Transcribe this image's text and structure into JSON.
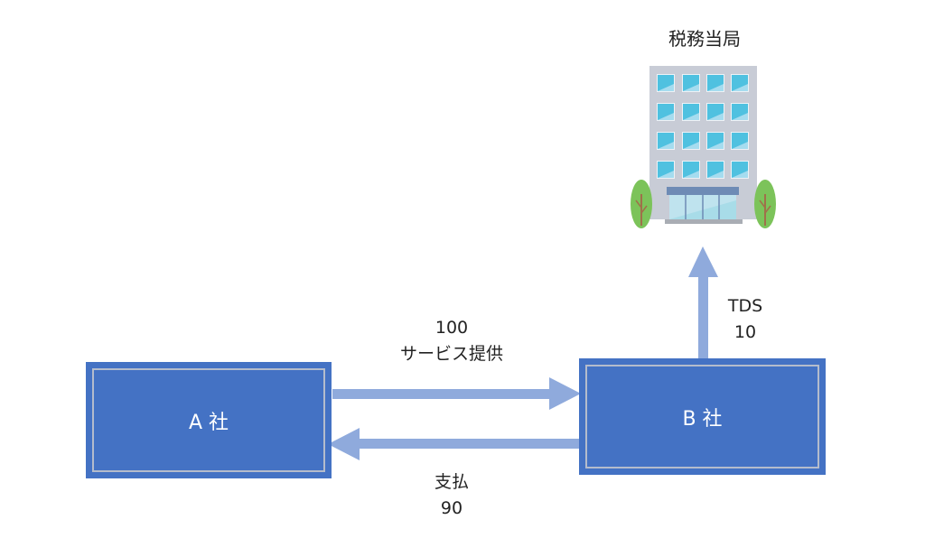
{
  "diagram": {
    "tax_authority": {
      "label": "税務当局",
      "icon": "office-building-icon"
    },
    "company_a": {
      "label": "A 社"
    },
    "company_b": {
      "label": "B 社"
    },
    "flows": {
      "service": {
        "amount": "100",
        "description": "サービス提供",
        "from": "A 社",
        "to": "B 社"
      },
      "payment": {
        "description": "支払",
        "amount": "90",
        "from": "B 社",
        "to": "A 社"
      },
      "tds": {
        "description": "TDS",
        "amount": "10",
        "from": "B 社",
        "to": "税務当局"
      }
    },
    "colors": {
      "box_fill": "#4472c4",
      "box_inner_border": "#b4bccc",
      "arrow": "#8faadc",
      "text": "#222222"
    }
  }
}
